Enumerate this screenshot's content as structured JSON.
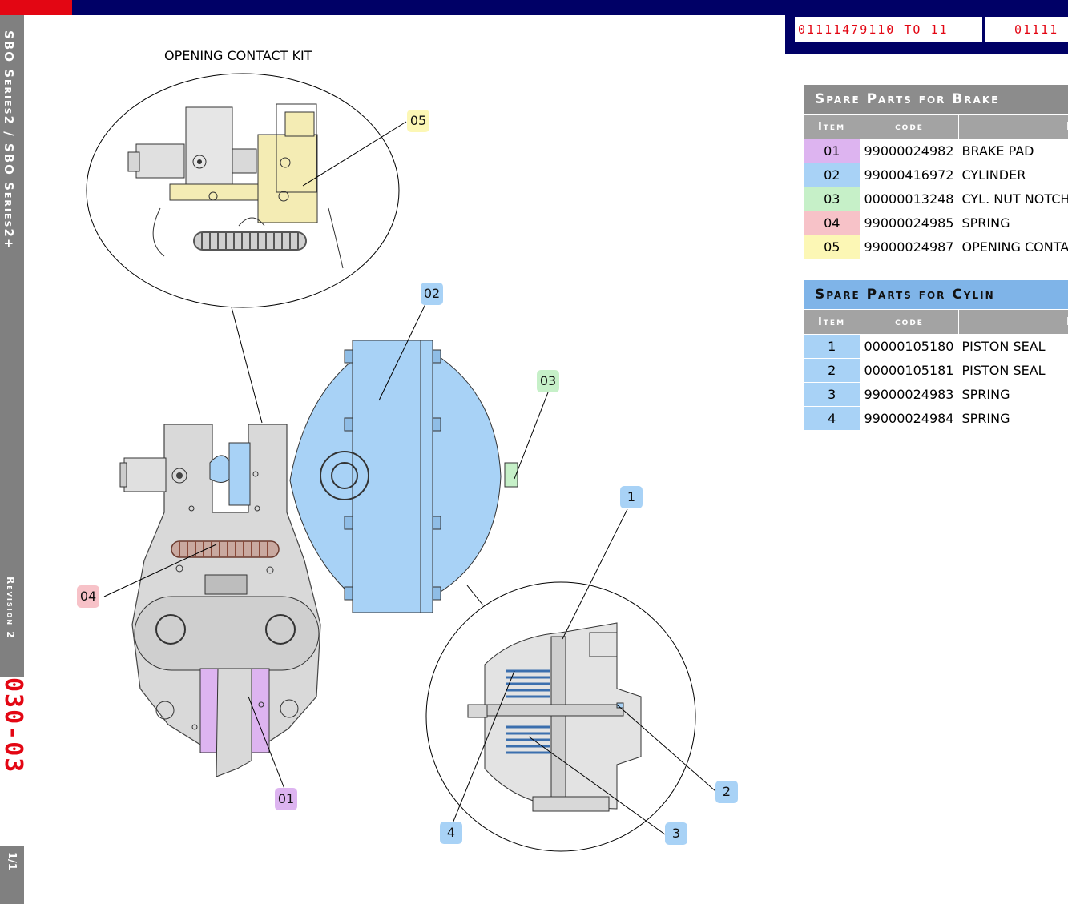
{
  "sidebar": {
    "series": "SBO Series2 / SBO Series2+",
    "revision": "Revision 2",
    "page_code": "030-03",
    "page_num": "1/1"
  },
  "serials": {
    "range": "01111479110 TO 11",
    "next": "01111"
  },
  "diagram": {
    "kit_title": "OPENING CONTACT KIT",
    "callouts": {
      "c01": "01",
      "c02": "02",
      "c03": "03",
      "c04": "04",
      "c05": "05",
      "n1": "1",
      "n2": "2",
      "n3": "3",
      "n4": "4"
    },
    "colors": {
      "purple": "#ddb4f0",
      "blue": "#a8d2f6",
      "green": "#c6f0c8",
      "pink": "#f7c2c8",
      "yellow": "#fcf7b5",
      "navy": "#000066",
      "red": "#e30613"
    }
  },
  "brake_table": {
    "title": "Spare Parts for Brake",
    "headers": {
      "item": "Item",
      "code": "code",
      "desc": "De"
    },
    "rows": [
      {
        "item": "01",
        "code": "99000024982",
        "desc": "BRAKE PAD"
      },
      {
        "item": "02",
        "code": "99000416972",
        "desc": "CYLINDER"
      },
      {
        "item": "03",
        "code": "00000013248",
        "desc": "CYL. NUT NOTCH"
      },
      {
        "item": "04",
        "code": "99000024985",
        "desc": "SPRING"
      },
      {
        "item": "05",
        "code": "99000024987",
        "desc": "OPENING CONTA"
      }
    ]
  },
  "cylinder_table": {
    "title": "Spare Parts for Cylin",
    "headers": {
      "item": "Item",
      "code": "code",
      "desc": "De"
    },
    "rows": [
      {
        "item": "1",
        "code": "00000105180",
        "desc": "PISTON SEAL"
      },
      {
        "item": "2",
        "code": "00000105181",
        "desc": "PISTON SEAL"
      },
      {
        "item": "3",
        "code": "99000024983",
        "desc": "SPRING"
      },
      {
        "item": "4",
        "code": "99000024984",
        "desc": "SPRING"
      }
    ]
  }
}
